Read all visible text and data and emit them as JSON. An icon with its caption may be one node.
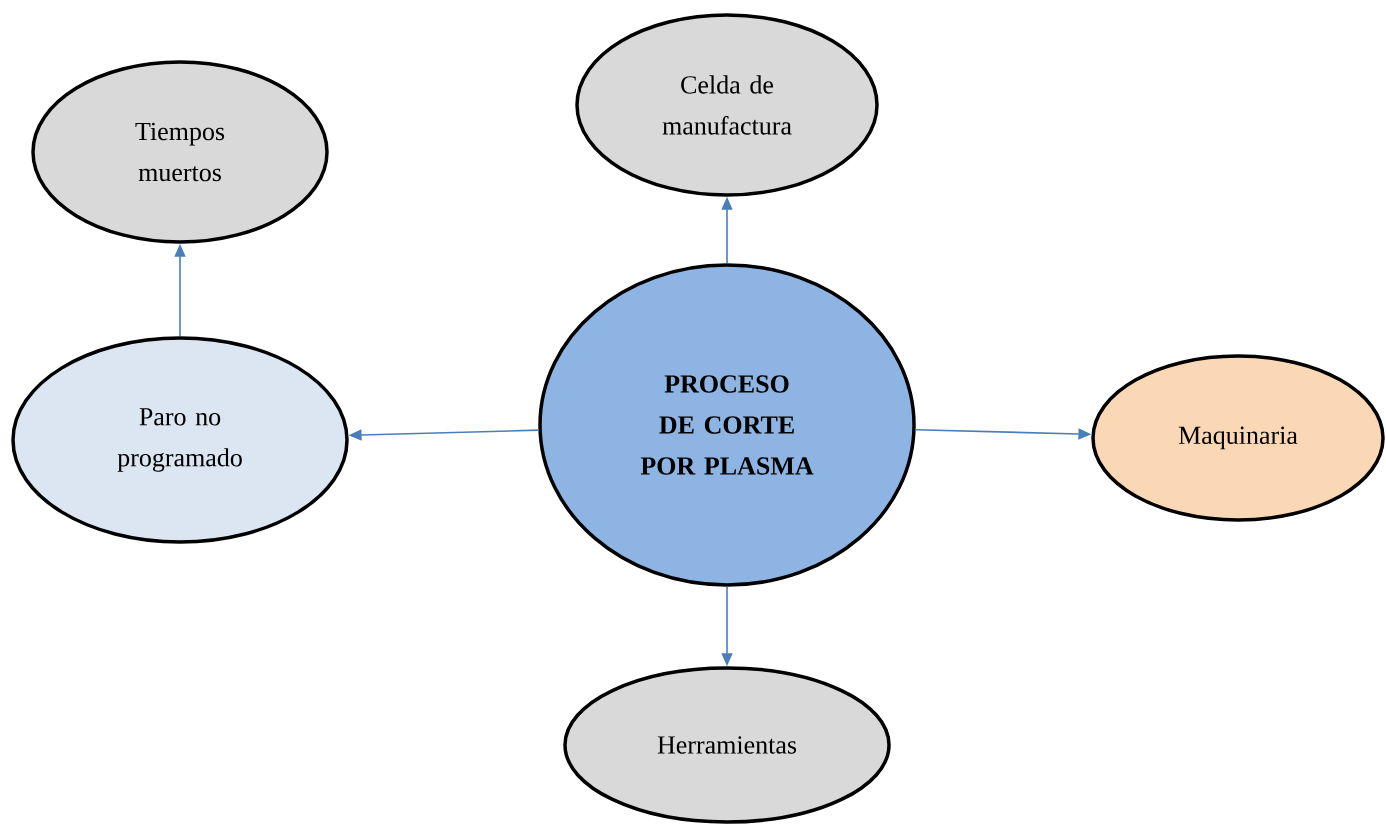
{
  "diagram": {
    "nodes": [
      {
        "text": [
          "Tiempos muertos"
        ]
      },
      {
        "text": [
          "Celda de manufactura"
        ]
      },
      {
        "text": [
          "Paro no programado"
        ]
      },
      {
        "text": [
          "PROCESO DE CORTE POR PLASMA"
        ]
      },
      {
        "text": [
          "Maquinaria"
        ]
      },
      {
        "text": [
          "Herramientas"
        ]
      }
    ],
    "edges": [
      {
        "from": 3,
        "to": 1,
        "arrow": "to"
      },
      {
        "from": 3,
        "to": 2,
        "arrow": "to"
      },
      {
        "from": 3,
        "to": 4,
        "arrow": "to"
      },
      {
        "from": 3,
        "to": 5,
        "arrow": "to"
      },
      {
        "from": 2,
        "to": 0,
        "arrow": "to"
      }
    ]
  }
}
